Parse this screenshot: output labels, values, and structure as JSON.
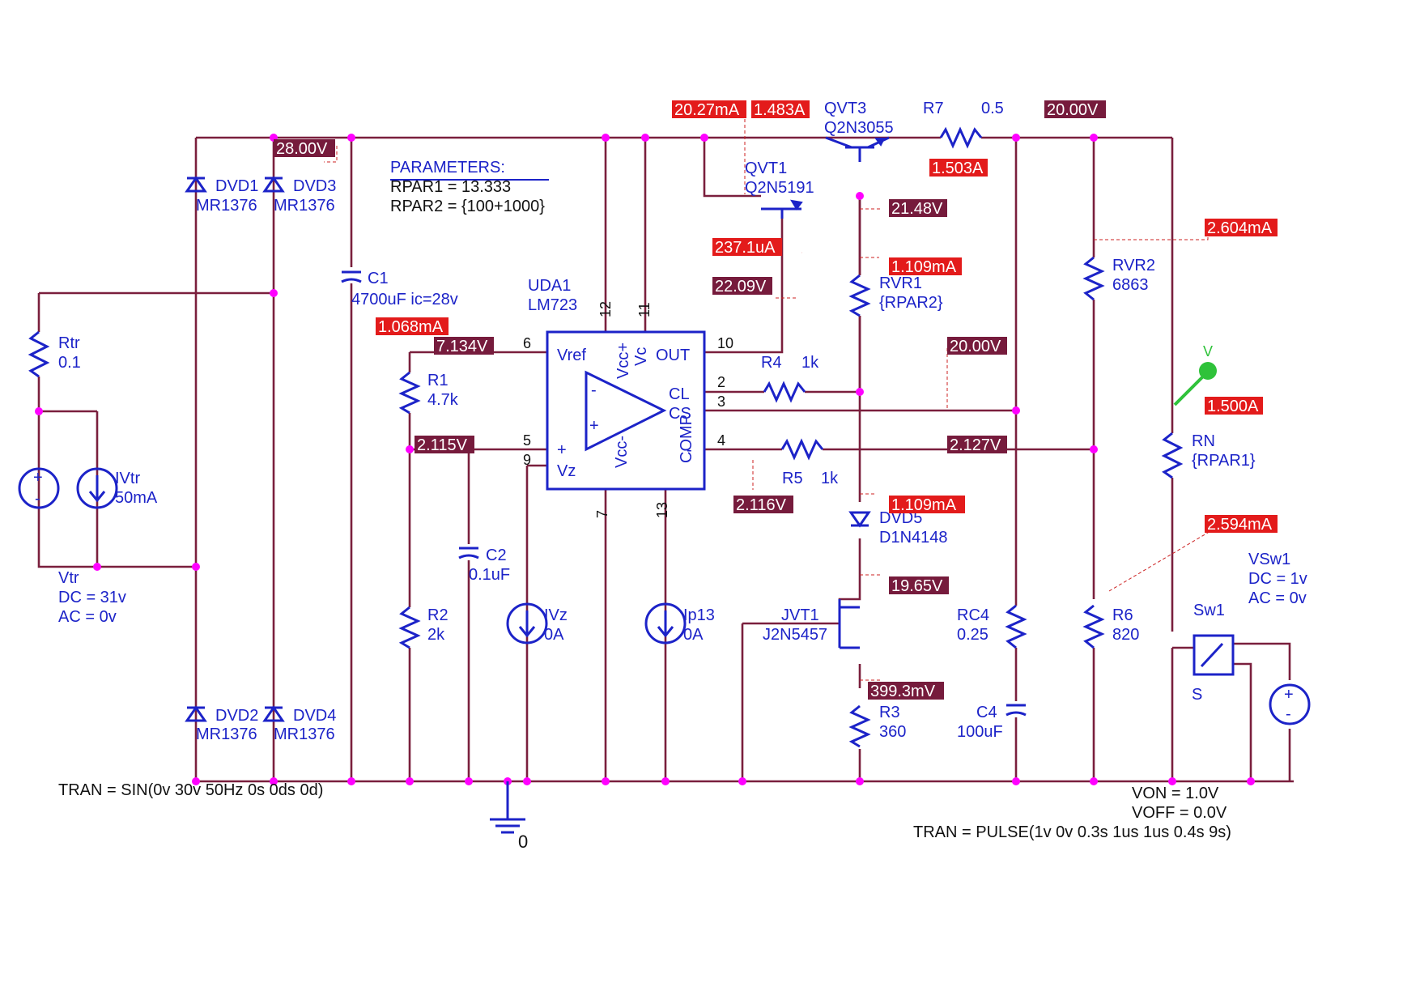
{
  "params": {
    "title": "PARAMETERS:",
    "rpar1": "RPAR1 = 13.333",
    "rpar2": "RPAR2 = {100+1000}"
  },
  "components": {
    "dvd1": {
      "name": "DVD1",
      "model": "MR1376"
    },
    "dvd2": {
      "name": "DVD2",
      "model": "MR1376"
    },
    "dvd3": {
      "name": "DVD3",
      "model": "MR1376"
    },
    "dvd4": {
      "name": "DVD4",
      "model": "MR1376"
    },
    "rtr": {
      "name": "Rtr",
      "value": "0.1"
    },
    "ivtr": {
      "name": "IVtr",
      "value": "50mA"
    },
    "vtr": {
      "name": "Vtr",
      "dc": "DC = 31v",
      "ac": "AC = 0v",
      "tran": "TRAN = SIN(0v 30v 50Hz 0s 0ds 0d)"
    },
    "c1": {
      "name": "C1",
      "value": "4700uF ic=28v"
    },
    "r1": {
      "name": "R1",
      "value": "4.7k"
    },
    "r2": {
      "name": "R2",
      "value": "2k"
    },
    "c2": {
      "name": "C2",
      "value": "0.1uF"
    },
    "ivz": {
      "name": "IVz",
      "value": "0A"
    },
    "ip13": {
      "name": "Ip13",
      "value": "0A"
    },
    "uda1": {
      "name": "UDA1",
      "model": "LM723",
      "pins": {
        "vref": "Vref",
        "vccp": "Vcc+",
        "vc": "Vc",
        "out": "OUT",
        "cl": "CL",
        "cs": "CS",
        "plus": "+",
        "vz": "Vz",
        "vccm": "Vcc-",
        "comp": "COMP",
        "minus": "-",
        "opminus": "-",
        "opplus": "+"
      },
      "pinnums": {
        "p12": "12",
        "p11": "11",
        "p6": "6",
        "p10": "10",
        "p2": "2",
        "p3": "3",
        "p5": "5",
        "p9": "9",
        "p4": "4",
        "p7": "7",
        "p13": "13"
      }
    },
    "qvt3": {
      "name": "QVT3",
      "model": "Q2N3055"
    },
    "qvt1": {
      "name": "QVT1",
      "model": "Q2N5191"
    },
    "r7": {
      "name": "R7",
      "value": "0.5"
    },
    "rvr1": {
      "name": "RVR1",
      "value": "{RPAR2}"
    },
    "r4": {
      "name": "R4",
      "value": "1k"
    },
    "r5": {
      "name": "R5",
      "value": "1k"
    },
    "dvd5": {
      "name": "DVD5",
      "model": "D1N4148"
    },
    "jvt1": {
      "name": "JVT1",
      "model": "J2N5457"
    },
    "r3": {
      "name": "R3",
      "value": "360"
    },
    "rc4": {
      "name": "RC4",
      "value": "0.25"
    },
    "c4": {
      "name": "C4",
      "value": "100uF"
    },
    "rvr2": {
      "name": "RVR2",
      "value": "6863"
    },
    "r6": {
      "name": "R6",
      "value": "820"
    },
    "rn": {
      "name": "RN",
      "value": "{RPAR1}"
    },
    "sw1": {
      "name": "Sw1",
      "s": "S",
      "von": "VON = 1.0V",
      "voff": "VOFF = 0.0V"
    },
    "vsw1": {
      "name": "VSw1",
      "dc": "DC = 1v",
      "ac": "AC = 0v",
      "tran": "TRAN = PULSE(1v 0v 0.3s 1us 1us 0.4s 9s)"
    },
    "gnd": {
      "label": "0"
    },
    "probe": {
      "label": "V"
    }
  },
  "voltages": {
    "v28": "28.00V",
    "v2000a": "20.00V",
    "v2148": "21.48V",
    "v2209": "22.09V",
    "v7134": "7.134V",
    "v2115": "2.115V",
    "v2000b": "20.00V",
    "v2127": "2.127V",
    "v2116": "2.116V",
    "v1965": "19.65V",
    "v3993": "399.3mV"
  },
  "currents": {
    "i2027": "20.27mA",
    "i1483": "1.483A",
    "i1503": "1.503A",
    "i2371": "237.1uA",
    "i1109a": "1.109mA",
    "i1068": "1.068mA",
    "i2604": "2.604mA",
    "i1500": "1.500A",
    "i1109b": "1.109mA",
    "i2594": "2.594mA"
  },
  "colors": {
    "wire": "#7a1f3d",
    "component": "#1c23c8",
    "node": "#ff00ff",
    "voltage_marker": "#761b3c",
    "current_marker": "#e31b1b",
    "probe": "#2fc23a"
  }
}
